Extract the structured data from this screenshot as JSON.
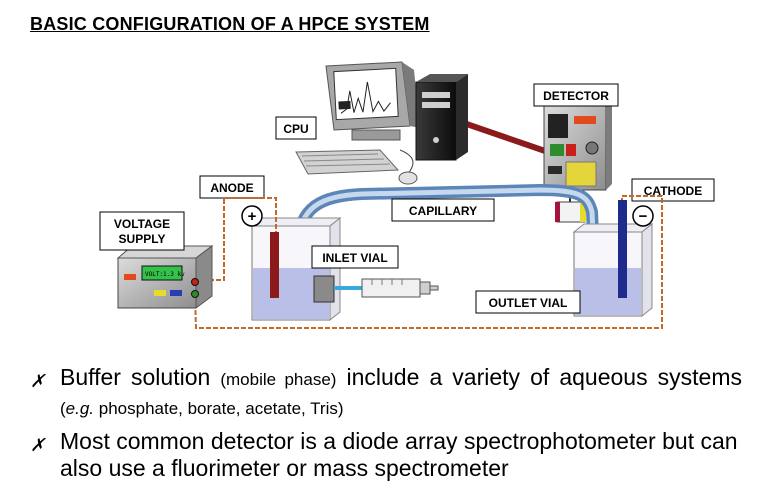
{
  "title": "BASIC CONFIGURATION OF A HPCE SYSTEM",
  "labels": {
    "cpu": "CPU",
    "detector": "DETECTOR",
    "anode": "ANODE",
    "cathode": "CATHODE",
    "capillary": "CAPILLARY",
    "voltage_supply_line1": "VOLTAGE",
    "voltage_supply_line2": "SUPPLY",
    "inlet_vial": "INLET VIAL",
    "outlet_vial": "OUTLET VIAL",
    "plus_sign": "+",
    "minus_sign": "−",
    "voltage_display": "VOLT:1.3 kv"
  },
  "bullets": [
    {
      "marker": "✗",
      "part1": "Buffer solution ",
      "note1": "(mobile phase)",
      "part2": " include a variety of aqueous systems ",
      "note2_italic": "e.g.",
      "note2_rest": " phosphate, borate, acetate, Tris",
      "note2_open": "(",
      "note2_close": ")"
    },
    {
      "marker": "✗",
      "text": "Most common detector is a diode array spectrophotometer but can also use a fluorimeter or mass spectrometer"
    }
  ],
  "colors": {
    "capillary": "#8fb1d6",
    "red_wire": "#8b1a1a",
    "dashed_wire": "#c36a2a",
    "buffer": "#b9bfe6"
  }
}
